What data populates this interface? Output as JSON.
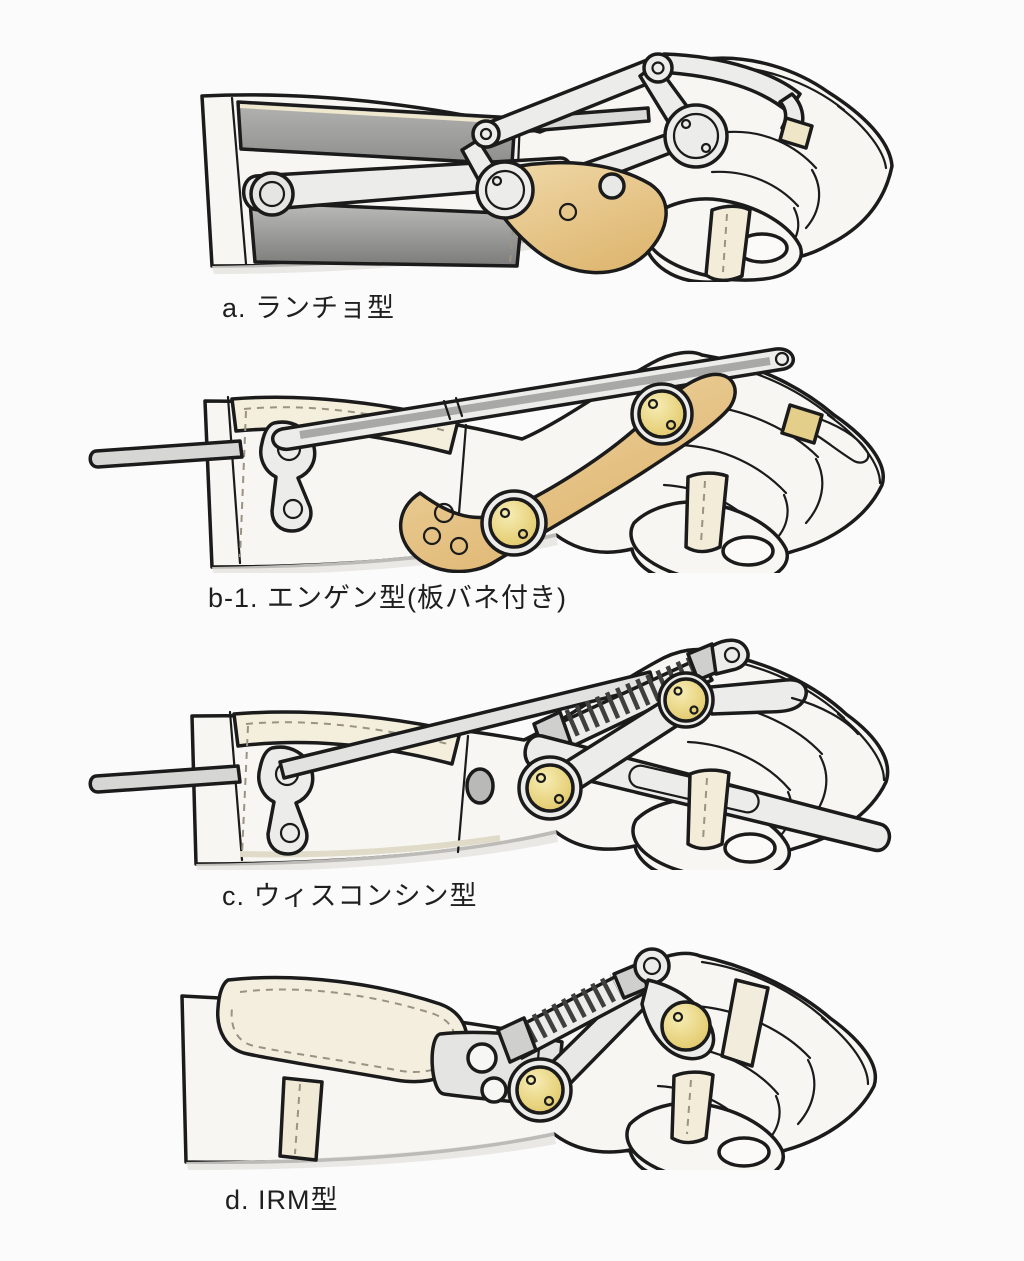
{
  "page": {
    "background": "#fbfbfc",
    "description_language": "ja"
  },
  "colors": {
    "outline": "#1b1b1b",
    "text": "#1f1f1f",
    "hand_fill": "#f7f6f3",
    "shade": "#e6e4df",
    "metal": "#ececea",
    "metal_dark": "#9c9c9a",
    "gray_band": "#8f8f8d",
    "tan": "#e2bd7e",
    "tan_light": "#f0d9a9",
    "gold_disc": "#e7d27c",
    "cream_strap": "#f2ecd9",
    "spring_dark": "#3f3f3d"
  },
  "figures": [
    {
      "id": "a",
      "caption": "a. ランチョ型"
    },
    {
      "id": "b-1",
      "caption": "b-1. エンゲン型(板バネ付き)"
    },
    {
      "id": "c",
      "caption": "c. ウィスコンシン型"
    },
    {
      "id": "d",
      "caption": "d. IRM型"
    }
  ]
}
